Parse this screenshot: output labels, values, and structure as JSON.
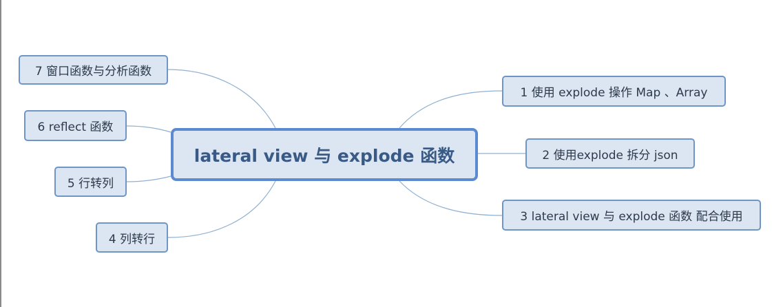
{
  "mindmap": {
    "central": {
      "label": "lateral view 与 explode 函数"
    },
    "right_topics": [
      {
        "label": "1 使用 explode 操作 Map 、Array"
      },
      {
        "label": "2 使用explode 拆分 json"
      },
      {
        "label": "3 lateral view 与 explode 函数 配合使用"
      }
    ],
    "left_topics": [
      {
        "label": "7 窗口函数与分析函数"
      },
      {
        "label": "6 reflect 函数"
      },
      {
        "label": "5 行转列"
      },
      {
        "label": "4 列转行"
      }
    ]
  },
  "colors": {
    "node_fill": "#dce6f2",
    "node_border": "#6e95c5",
    "central_border": "#5b8ad0",
    "central_text": "#3a5a86",
    "topic_text": "#2d3a4b",
    "connector": "#8fb0d0"
  }
}
